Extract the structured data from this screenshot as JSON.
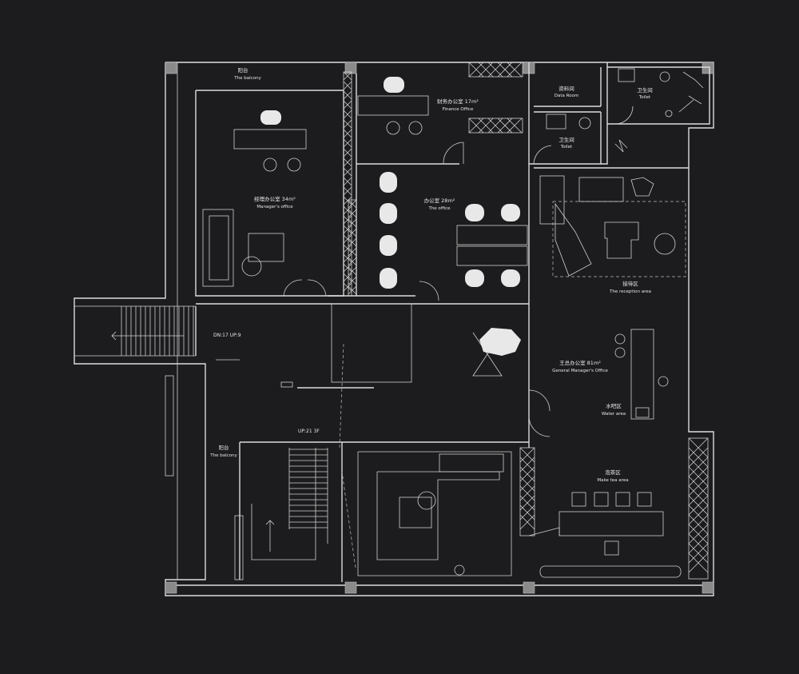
{
  "plan": {
    "rooms": [
      {
        "id": "balcony-top",
        "cn": "阳台",
        "en": "The balcony"
      },
      {
        "id": "managers-office",
        "cn": "经理办公室 34m²",
        "en": "Manager's office"
      },
      {
        "id": "finance-office",
        "cn": "财务办公室 17m²",
        "en": "Finance Office"
      },
      {
        "id": "data-room",
        "cn": "资料间",
        "en": "Data Room"
      },
      {
        "id": "toilet-right",
        "cn": "卫生间",
        "en": "Toilet"
      },
      {
        "id": "toilet-left",
        "cn": "卫生间",
        "en": "Toilet"
      },
      {
        "id": "office",
        "cn": "办公室 28m²",
        "en": "The office"
      },
      {
        "id": "reception-area",
        "cn": "接待区",
        "en": "The reception area"
      },
      {
        "id": "general-managers-office",
        "cn": "王总办公室 81m²",
        "en": "General Manager's Office"
      },
      {
        "id": "water-area",
        "cn": "水吧区",
        "en": "Water area"
      },
      {
        "id": "balcony-left",
        "cn": "阳台",
        "en": "The balcony"
      },
      {
        "id": "make-tea-area",
        "cn": "泡茶区",
        "en": "Make tea area"
      }
    ],
    "annotations": {
      "stair_down": "DN:17 UP:9",
      "stair_up": "UP:21 3F"
    }
  }
}
